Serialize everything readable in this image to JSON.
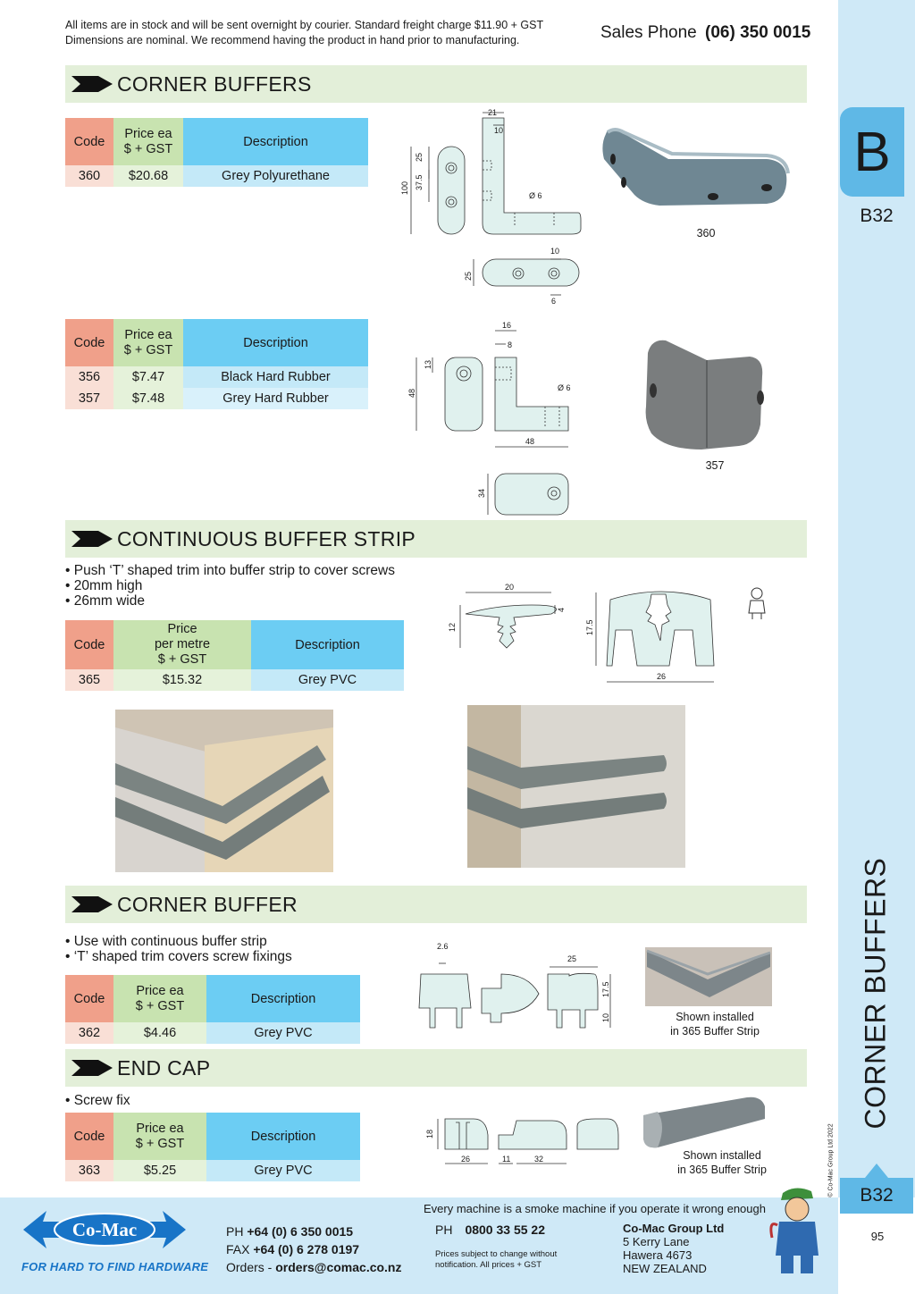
{
  "header": {
    "note_line1": "All items are in stock and will be sent overnight by courier. Standard freight charge $11.90 + GST",
    "note_line2": "Dimensions are nominal. We recommend having the product in hand prior to manufacturing.",
    "sales_label": "Sales Phone",
    "sales_number": "(06) 350 0015"
  },
  "side": {
    "tab_letter": "B",
    "tab_code": "B32",
    "vertical_title": "CORNER BUFFERS",
    "copyright": "© Co-Mac Group Ltd 2022",
    "bottom_code": "B32",
    "page_number": "95"
  },
  "sections": {
    "corner_buffers": {
      "title": "CORNER BUFFERS",
      "table1": {
        "headers": [
          "Code",
          "Price ea\n$ + GST",
          "Description"
        ],
        "rows": [
          [
            "360",
            "$20.68",
            "Grey Polyurethane"
          ]
        ]
      },
      "image1_caption": "360",
      "table2": {
        "headers": [
          "Code",
          "Price ea\n$ + GST",
          "Description"
        ],
        "rows": [
          [
            "356",
            "$7.47",
            "Black Hard Rubber"
          ],
          [
            "357",
            "$7.48",
            "Grey Hard Rubber"
          ]
        ]
      },
      "image2_caption": "357",
      "dims1": {
        "a": "21",
        "b": "10",
        "c": "25",
        "d": "37.5",
        "e": "100",
        "f": "Ø 6",
        "g": "10",
        "h": "25",
        "i": "6"
      },
      "dims2": {
        "a": "16",
        "b": "8",
        "c": "13",
        "d": "48",
        "e": "Ø 6",
        "f": "48",
        "g": "34"
      }
    },
    "strip": {
      "title": "CONTINUOUS BUFFER STRIP",
      "bullets": [
        "• Push ‘T’ shaped trim into buffer strip to cover screws",
        "• 20mm high",
        "• 26mm wide"
      ],
      "table": {
        "headers": [
          "Code",
          "Price\nper metre\n$ + GST",
          "Description"
        ],
        "rows": [
          [
            "365",
            "$15.32",
            "Grey PVC"
          ]
        ]
      },
      "dims": {
        "a": "20",
        "b": "4",
        "c": "12",
        "d": "17.5",
        "e": "26"
      }
    },
    "corner_buffer": {
      "title": "CORNER BUFFER",
      "bullets": [
        "• Use with continuous buffer strip",
        "• ‘T’ shaped trim covers screw fixings"
      ],
      "table": {
        "headers": [
          "Code",
          "Price ea\n$ + GST",
          "Description"
        ],
        "rows": [
          [
            "362",
            "$4.46",
            "Grey PVC"
          ]
        ]
      },
      "caption_line1": "Shown installed",
      "caption_line2": "in 365 Buffer Strip",
      "dims": {
        "a": "2.6",
        "b": "25",
        "c": "17.5",
        "d": "10"
      }
    },
    "end_cap": {
      "title": "END CAP",
      "bullets": [
        "• Screw fix"
      ],
      "table": {
        "headers": [
          "Code",
          "Price ea\n$ + GST",
          "Description"
        ],
        "rows": [
          [
            "363",
            "$5.25",
            "Grey PVC"
          ]
        ]
      },
      "caption_line1": "Shown installed",
      "caption_line2": "in 365 Buffer Strip",
      "dims": {
        "a": "18",
        "b": "26",
        "c": "11",
        "d": "32"
      }
    }
  },
  "footer": {
    "logo_text": "Co-Mac",
    "tagline": "FOR HARD TO FIND HARDWARE",
    "smoke_note": "Every machine is a smoke machine if you operate it wrong enough",
    "ph_label": "PH",
    "ph_number": "+64 (0) 6 350 0015",
    "fax_label": "FAX",
    "fax_number": "+64 (0) 6 278 0197",
    "orders_label": "Orders -",
    "orders_email": "orders@comac.co.nz",
    "ph2_label": "PH",
    "ph2_number": "0800 33 55 22",
    "prices_note1": "Prices subject to change without",
    "prices_note2": "notification. All prices + GST",
    "company": "Co-Mac Group Ltd",
    "addr1": "5 Kerry Lane",
    "addr2": "Hawera 4673",
    "addr3": "NEW ZEALAND"
  },
  "colors": {
    "section_bar": "#e3efd9",
    "code_header": "#f0a08a",
    "price_header": "#c8e3b0",
    "desc_header": "#6ccdf3",
    "side_strip": "#cfe9f7",
    "brand_blue": "#1874c7"
  }
}
